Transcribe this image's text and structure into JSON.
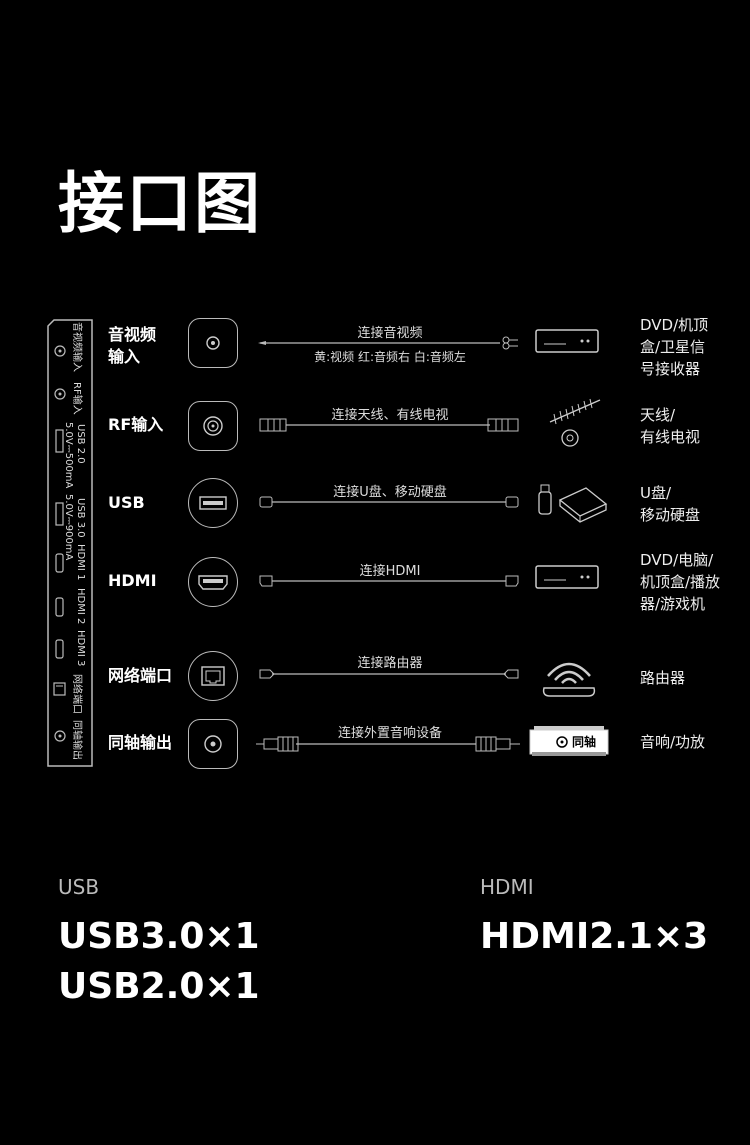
{
  "title": "接口图",
  "panel": {
    "labels": [
      "音视频输入",
      "RF输入",
      "USB 2.0",
      "5.0V⎓500mA",
      "USB 3.0",
      "5.0V⎓900mA",
      "HDMI 1",
      "HDMI 2",
      "HDMI 3",
      "网络端口",
      "同轴输出"
    ]
  },
  "rows": [
    {
      "port": "音视频\n输入",
      "cable": "连接音视频",
      "sub": "黄:视频  红:音频右  白:音频左",
      "device": "DVD/机顶\n盒/卫星信\n号接收器"
    },
    {
      "port": "RF输入",
      "cable": "连接天线、有线电视",
      "sub": "",
      "device": "天线/\n有线电视"
    },
    {
      "port": "USB",
      "cable": "连接U盘、移动硬盘",
      "sub": "",
      "device": "U盘/\n移动硬盘"
    },
    {
      "port": "HDMI",
      "cable": "连接HDMI",
      "sub": "",
      "device": "DVD/电脑/\n机顶盒/播放\n器/游戏机"
    },
    {
      "port": "网络端口",
      "cable": "连接路由器",
      "sub": "",
      "device": "路由器"
    },
    {
      "port": "同轴输出",
      "cable": "连接外置音响设备",
      "sub": "",
      "device": "音响/功放"
    }
  ],
  "coax_device_label": "同轴",
  "specs": [
    {
      "heading": "USB",
      "values": [
        "USB3.0×1",
        "USB2.0×1"
      ]
    },
    {
      "heading": "HDMI",
      "values": [
        "HDMI2.1×3"
      ]
    }
  ],
  "colors": {
    "background": "#000000",
    "text": "#ffffff",
    "line": "#bbbbbb"
  }
}
